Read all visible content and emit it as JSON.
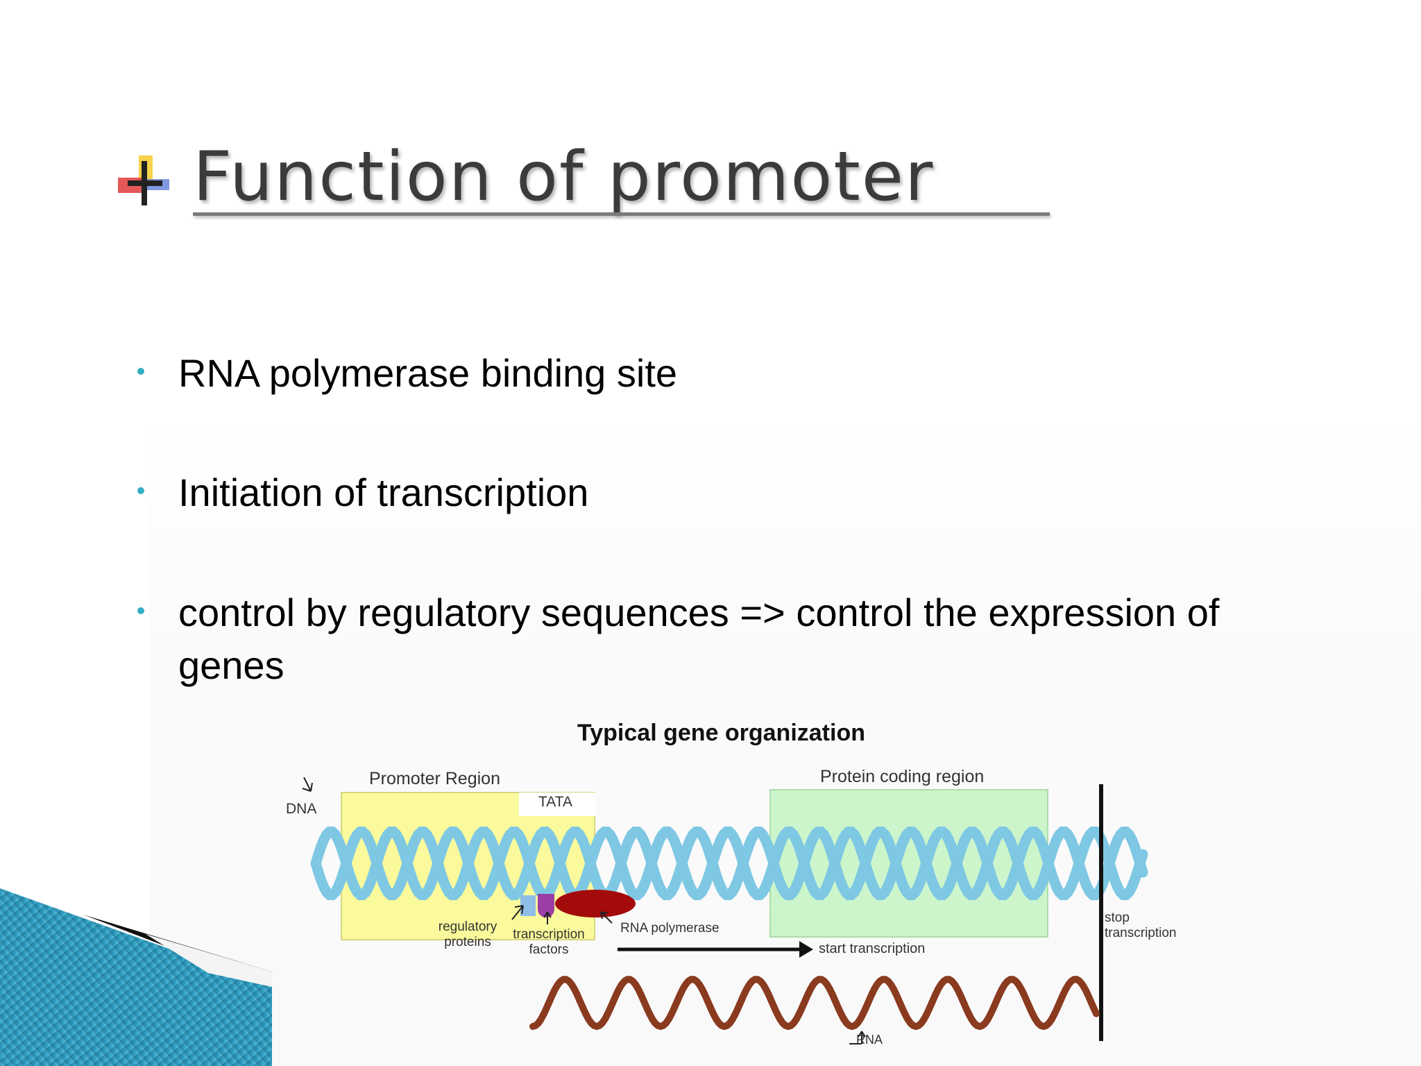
{
  "slide": {
    "title": "Function of promoter",
    "title_icon": "pushpin-bullet-icon",
    "bullets": [
      "RNA polymerase binding site",
      "Initiation of transcription",
      "control by regulatory sequences  => control the expression of genes"
    ],
    "accent_color": "#35aec4"
  },
  "diagram": {
    "title": "Typical gene organization",
    "promoter_region_label": "Promoter Region",
    "tata_label": "TATA",
    "protein_coding_label": "Protein coding region",
    "dna_label": "DNA",
    "regulatory_proteins_label": "regulatory proteins",
    "transcription_factors_label": "transcription factors",
    "rna_polymerase_label": "RNA polymerase",
    "start_transcription_label": "start transcription",
    "stop_transcription_label": "stop transcription",
    "rna_label": "RNA",
    "colors": {
      "promoter_box": "#fafa9c",
      "coding_box": "#ccf5cc",
      "dna_helix": "#7ec8e3",
      "rna_strand": "#8a3a1e",
      "rna_polymerase": "#a30a0a",
      "regulatory_protein": "#8fbfe8",
      "transcription_factor": "#9b3fa6"
    }
  }
}
